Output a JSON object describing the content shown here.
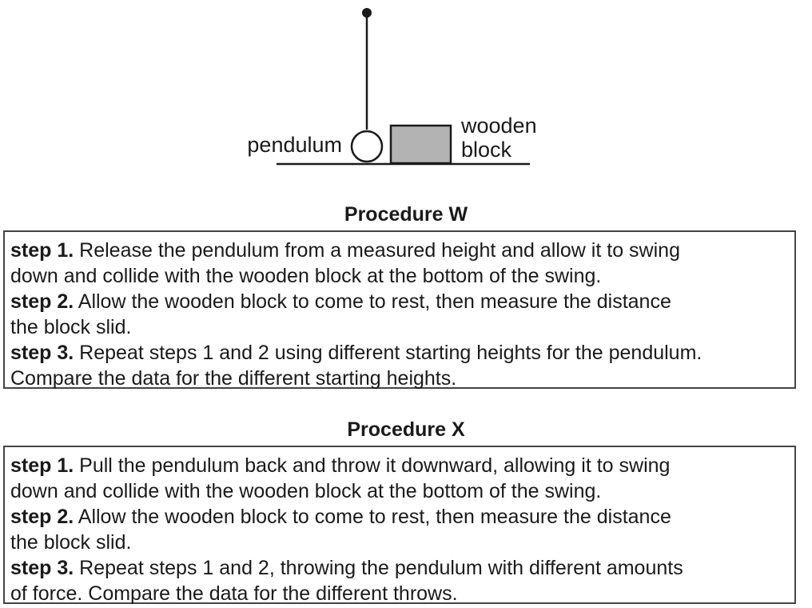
{
  "diagram": {
    "pendulum_label": "pendulum",
    "block_label_line1": "wooden",
    "block_label_line2": "block",
    "block_color": "#b3b3b3"
  },
  "procedures": [
    {
      "title": "Procedure W",
      "steps": [
        {
          "label": "step 1.",
          "text": " Release the pendulum from a measured height and allow it to swing\ndown and collide with the wooden block at the bottom of the swing."
        },
        {
          "label": "step 2.",
          "text": " Allow the wooden block to come to rest, then measure the distance\nthe block slid."
        },
        {
          "label": "step 3.",
          "text": " Repeat steps 1 and 2 using different starting heights for the pendulum.\nCompare the data for the different starting heights."
        }
      ]
    },
    {
      "title": "Procedure X",
      "steps": [
        {
          "label": "step 1.",
          "text": " Pull the pendulum back and throw it downward, allowing it to swing\ndown and collide with the wooden block at the bottom of the swing."
        },
        {
          "label": "step 2.",
          "text": " Allow the wooden block to come to rest, then measure the distance\nthe block slid."
        },
        {
          "label": "step 3.",
          "text": " Repeat steps 1 and 2, throwing the pendulum with different amounts\nof force. Compare the data for the different throws."
        }
      ]
    }
  ]
}
